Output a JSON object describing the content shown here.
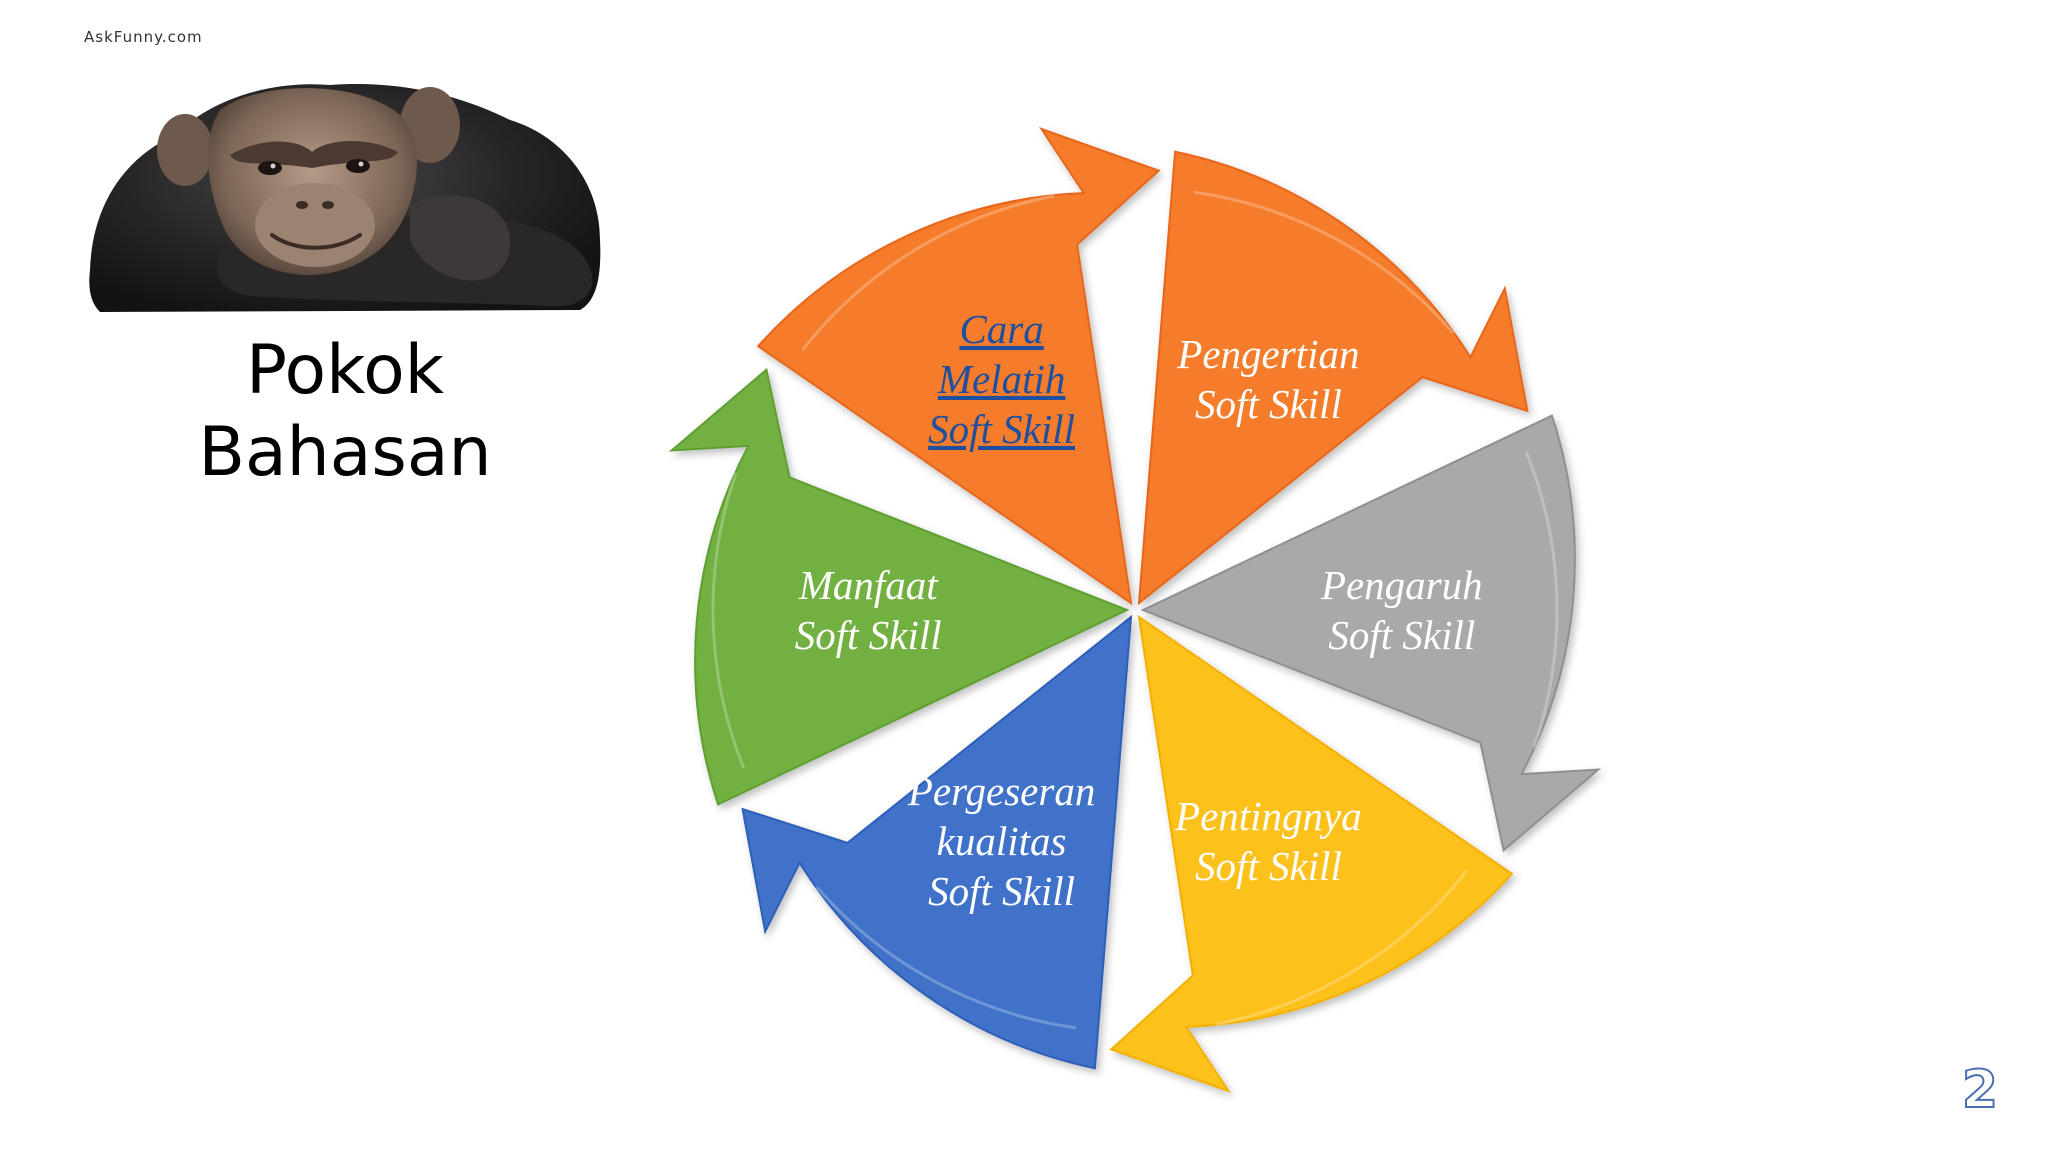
{
  "watermark": "AskFunny.com",
  "title": {
    "line1": "Pokok",
    "line2": "Bahasan"
  },
  "cycle": {
    "segments": [
      {
        "lines": [
          "Pengertian",
          "Soft Skill"
        ],
        "color": "#f47b2a",
        "edge": "#e8661a"
      },
      {
        "lines": [
          "Pengaruh",
          "Soft Skill"
        ],
        "color": "#a9a9a9",
        "edge": "#8f8f8f"
      },
      {
        "lines": [
          "Pentingnya",
          "Soft Skill"
        ],
        "color": "#fdc11a",
        "edge": "#f4b000"
      },
      {
        "lines": [
          "Pergeseran",
          "kualitas",
          "Soft Skill"
        ],
        "color": "#3f72c9",
        "edge": "#2f5fb8"
      },
      {
        "lines": [
          "Manfaat",
          "Soft Skill"
        ],
        "color": "#72b043",
        "edge": "#5e9f33"
      },
      {
        "lines": [
          "Cara",
          "Melatih",
          "Soft Skill"
        ],
        "color": "#f47b2a",
        "edge": "#e8661a",
        "hyperlink": true
      }
    ]
  },
  "page_number": "2"
}
